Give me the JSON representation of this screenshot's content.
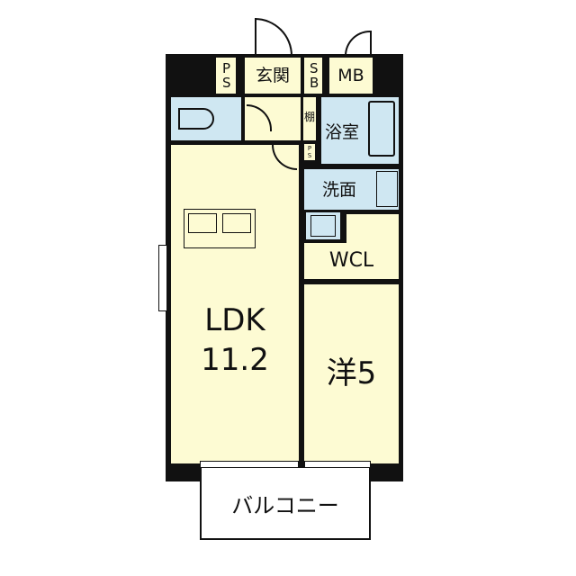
{
  "rooms": {
    "ps_top": "P S",
    "entrance": "玄関",
    "sb": "S B",
    "mb": "MB",
    "shelf": "棚",
    "bath": "浴室",
    "ps_small": "P S",
    "washroom": "洗面",
    "wcl": "WCL",
    "ldk_name": "LDK",
    "ldk_size": "11.2",
    "western": "洋5",
    "balcony": "バルコニー"
  },
  "colors": {
    "dry": "#fdfbd3",
    "wet": "#cfe7f2",
    "wall": "#111111"
  }
}
